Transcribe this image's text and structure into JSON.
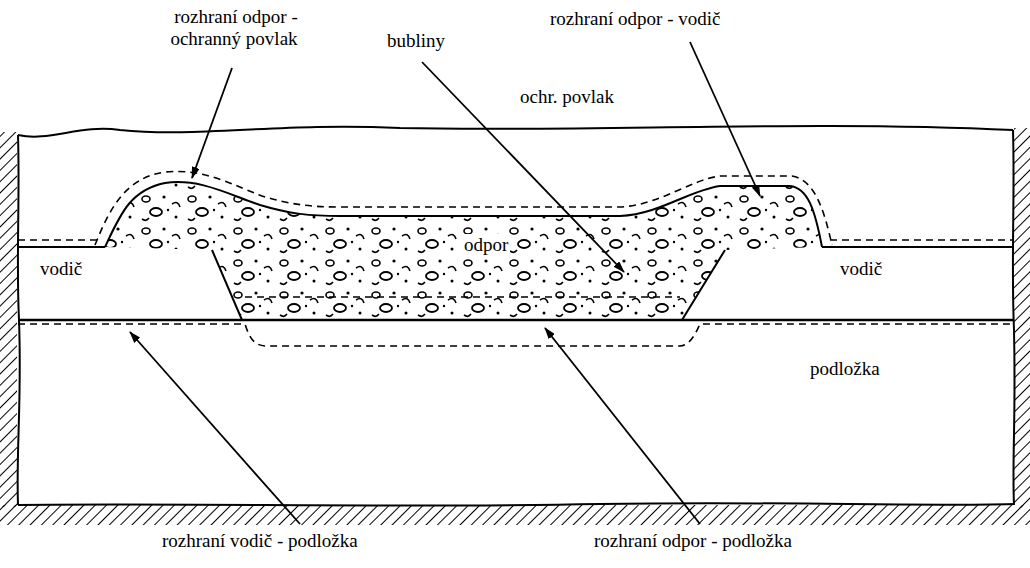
{
  "diagram": {
    "labels": [
      "rozhraní odpor - ochranný povlak",
      "bubliny",
      "rozhraní odpor - vodič",
      "ochr. povlak",
      "vodič",
      "odpor",
      "vodič",
      "podložka",
      "rozhraní vodič - podložka",
      "rozhraní odpor - podložka"
    ]
  }
}
